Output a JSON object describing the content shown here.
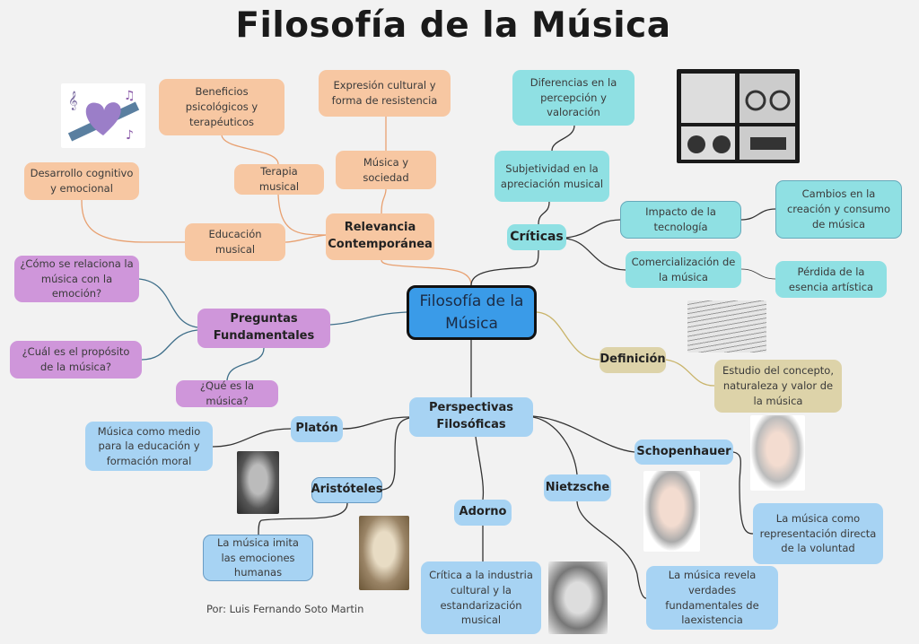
{
  "title": "Filosofía de la Música",
  "center": "Filosofía de la Música",
  "relevancia": {
    "label": "Relevancia Contemporánea",
    "children": [
      "Beneficios psicológicos y terapéuticos",
      "Expresión cultural y forma de resistencia",
      "Música y sociedad",
      "Terapia musical",
      "Desarrollo cognitivo y emocional",
      "Educación musical"
    ]
  },
  "preguntas": {
    "label": "Preguntas Fundamentales",
    "children": [
      "¿Cómo se relaciona la música con la emoción?",
      "¿Cuál es el propósito de la música?",
      "¿Qué es la música?"
    ]
  },
  "criticas": {
    "label": "Críticas",
    "children": [
      "Diferencias en la percepción y valoración",
      "Subjetividad en la apreciación musical",
      "Impacto de la tecnología",
      "Cambios en la creación y consumo de música",
      "Comercialización de la música",
      "Pérdida de la esencia artística"
    ]
  },
  "definicion": {
    "label": "Definición",
    "children": [
      "Estudio del concepto, naturaleza y valor de la música"
    ]
  },
  "perspectivas": {
    "label": "Perspectivas Filosóficas",
    "children": [
      {
        "name": "Platón",
        "idea": "Música como medio para la educación y formación moral"
      },
      {
        "name": "Aristóteles",
        "idea": "La música imita las emociones humanas"
      },
      {
        "name": "Adorno",
        "idea": "Crítica a la industria cultural y la estandarización musical"
      },
      {
        "name": "Nietzsche",
        "idea": "La música revela verdades fundamentales de laexistencia"
      },
      {
        "name": "Schopenhauer",
        "idea": "La música como representación directa de la voluntad"
      }
    ]
  },
  "author": "Por: Luis Fernando Soto Martin",
  "colors": {
    "relevancia": "#f7c7a2",
    "preguntas": "#cf96da",
    "criticas": "#8fe0e3",
    "definicion": "#ddd3a9",
    "perspectivas": "#a7d3f3",
    "center": "#3a9be8"
  }
}
